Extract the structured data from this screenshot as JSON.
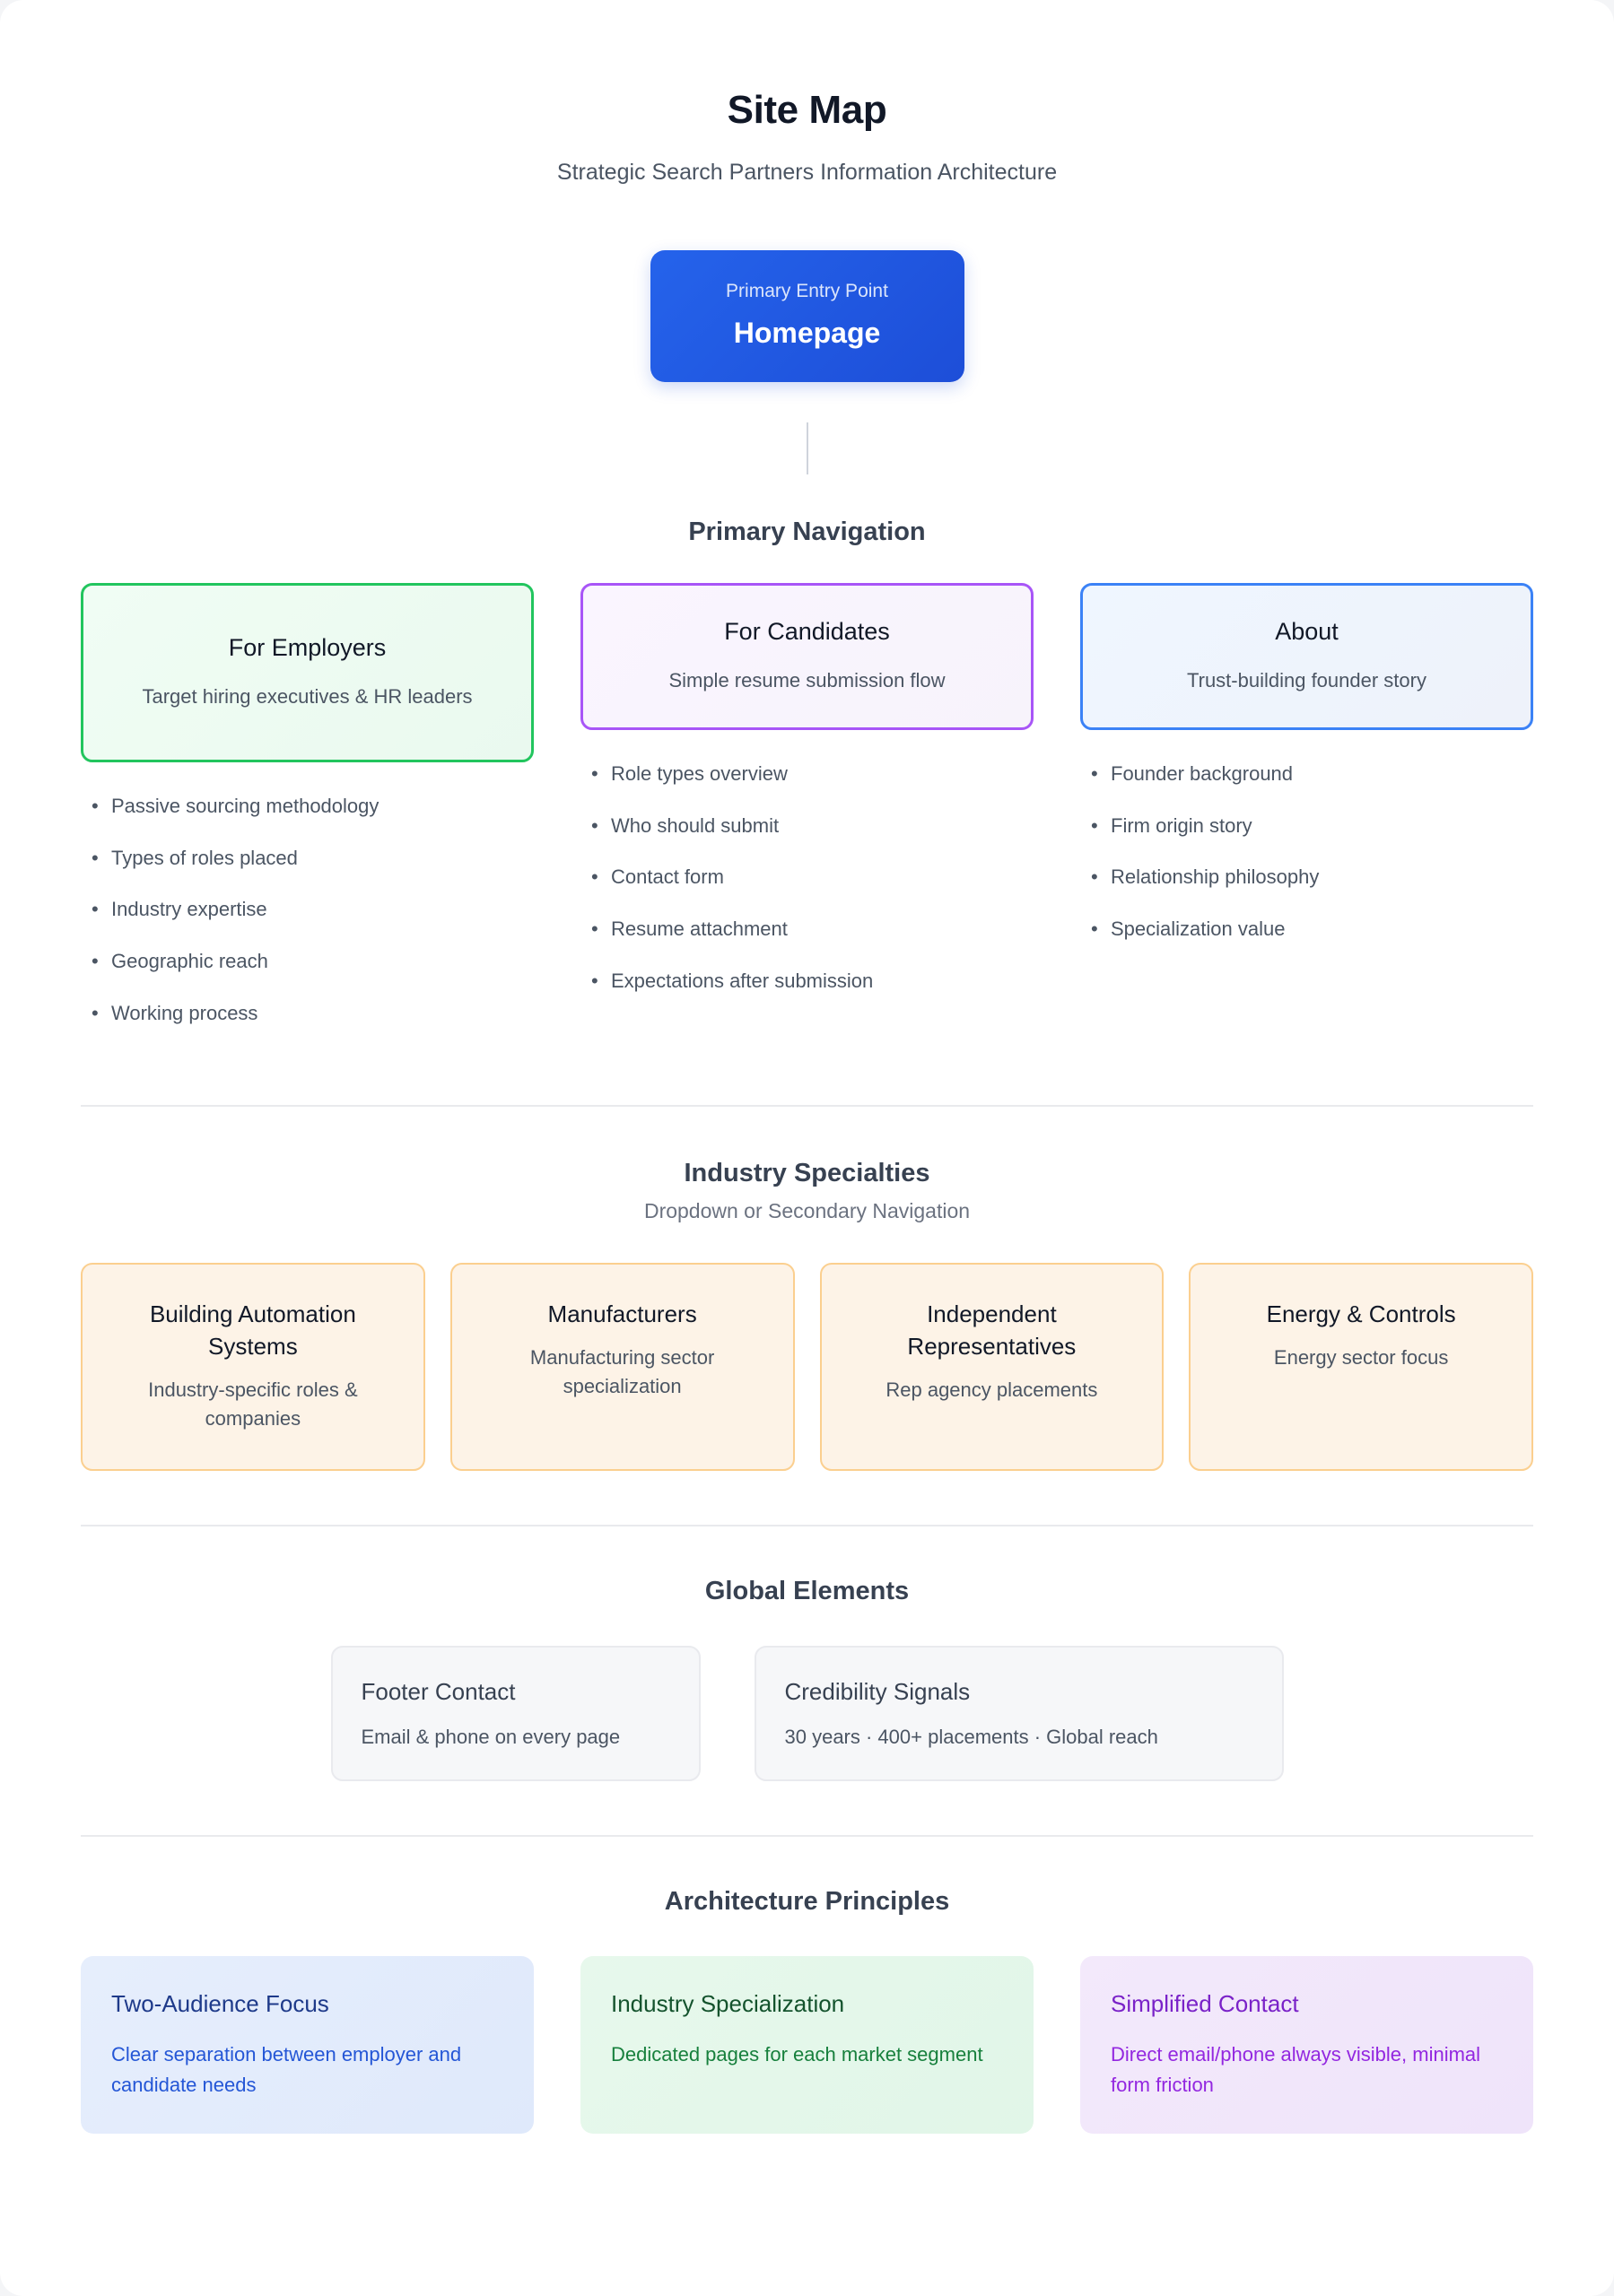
{
  "header": {
    "title": "Site Map",
    "subtitle": "Strategic Search Partners Information Architecture"
  },
  "root_node": {
    "kicker": "Primary Entry Point",
    "title": "Homepage",
    "color": "#2563eb"
  },
  "primary_navigation": {
    "heading": "Primary Navigation",
    "columns": [
      {
        "title": "For Employers",
        "description": "Target hiring executives & HR leaders",
        "accent": "#22c55e",
        "items": [
          "Passive sourcing methodology",
          "Types of roles placed",
          "Industry expertise",
          "Geographic reach",
          "Working process"
        ]
      },
      {
        "title": "For Candidates",
        "description": "Simple resume submission flow",
        "accent": "#a855f7",
        "items": [
          "Role types overview",
          "Who should submit",
          "Contact form",
          "Resume attachment",
          "Expectations after submission"
        ]
      },
      {
        "title": "About",
        "description": "Trust-building founder story",
        "accent": "#3b82f6",
        "items": [
          "Founder background",
          "Firm origin story",
          "Relationship philosophy",
          "Specialization value"
        ]
      }
    ]
  },
  "industry_specialties": {
    "heading": "Industry Specialties",
    "subheading": "Dropdown or Secondary Navigation",
    "accent": "#fbcf8f",
    "cards": [
      {
        "title": "Building Automation Systems",
        "description": "Industry-specific roles & companies"
      },
      {
        "title": "Manufacturers",
        "description": "Manufacturing sector specialization"
      },
      {
        "title": "Independent Representatives",
        "description": "Rep agency placements"
      },
      {
        "title": "Energy & Controls",
        "description": "Energy sector focus"
      }
    ]
  },
  "global_elements": {
    "heading": "Global Elements",
    "cards": [
      {
        "title": "Footer Contact",
        "description": "Email & phone on every page"
      },
      {
        "title": "Credibility Signals",
        "description": "30 years · 400+ placements · Global reach"
      }
    ]
  },
  "architecture_principles": {
    "heading": "Architecture Principles",
    "cards": [
      {
        "title": "Two-Audience Focus",
        "description": "Clear separation between employer and candidate needs",
        "color": "#2456d6"
      },
      {
        "title": "Industry Specialization",
        "description": "Dedicated pages for each market segment",
        "color": "#17803d"
      },
      {
        "title": "Simplified Contact",
        "description": "Direct email/phone always visible, minimal form friction",
        "color": "#9327e0"
      }
    ]
  }
}
